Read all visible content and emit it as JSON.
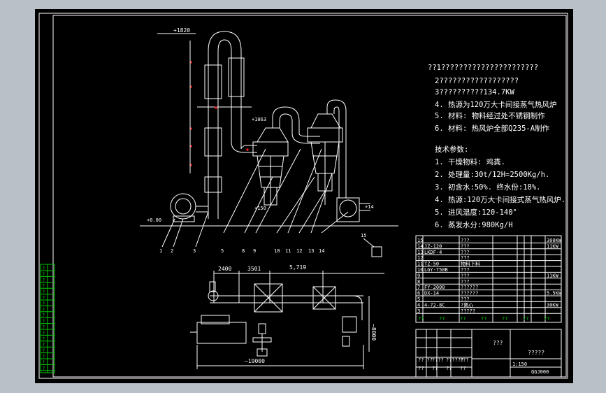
{
  "dimensions": {
    "top_elevation": "+1820",
    "mid_elevation": "+1063",
    "ground_left": "+0.00",
    "ground_right": "+14",
    "cyclone_level": "+150",
    "plan_2400": "2400",
    "plan_3501": "3501",
    "plan_5719": "5,719",
    "plan_8000": "~8000",
    "plan_19000": "~19000"
  },
  "callouts": [
    "1",
    "2",
    "3",
    "5",
    "8",
    "9",
    "10",
    "11",
    "12",
    "13",
    "14",
    "15"
  ],
  "notes": {
    "header1": "??1??????????????????????",
    "line2": "2??????????????????",
    "line3": "3??????????134.7KW",
    "line4": "4. 热源为120万大卡间接蒸气热风炉",
    "line5": "5. 材料: 物料经过处不锈钢制作",
    "line6": "6. 材料: 热风炉全部Q235-A制作"
  },
  "tech": {
    "title": "技术参数:",
    "p1": "1. 干燥物料: 鸡粪.",
    "p2": "2. 处理量:30t/12H=2500Kg/h.",
    "p3": "3. 初含水:50%. 终水份:18%.",
    "p4": "4. 热源:120万大卡间接式蒸气热风炉.",
    "p5": "5. 进风温度:120-140°",
    "p6": "6. 蒸发水分:980Kg/H"
  },
  "bom_rows": [
    {
      "no": "15",
      "code": "",
      "name": "???",
      "qty": "",
      "kw": "300KW"
    },
    {
      "no": "14",
      "code": "JZ-120",
      "name": "???",
      "qty": "",
      "kw": "11KW"
    },
    {
      "no": "13",
      "code": "LKDF-4",
      "name": "???",
      "qty": "",
      "kw": ""
    },
    {
      "no": "12",
      "code": "",
      "name": "???",
      "qty": "",
      "kw": ""
    },
    {
      "no": "11",
      "code": "TZ-50",
      "name": "物料下料",
      "qty": "",
      "kw": ""
    },
    {
      "no": "10",
      "code": "LGY-750B",
      "name": "???",
      "qty": "",
      "kw": ""
    },
    {
      "no": "9",
      "code": "",
      "name": "???",
      "qty": "",
      "kw": "11KW"
    },
    {
      "no": "8",
      "code": "",
      "name": "???",
      "qty": "",
      "kw": ""
    },
    {
      "no": "7",
      "code": "FY-2000",
      "name": "??????",
      "qty": "",
      "kw": ""
    },
    {
      "no": "6",
      "code": "DX-14",
      "name": "??????",
      "qty": "",
      "kw": "5.5KW"
    },
    {
      "no": "5",
      "code": "",
      "name": "???",
      "qty": "",
      "kw": ""
    },
    {
      "no": "4",
      "code": "4-72-8C",
      "name": "?离心",
      "qty": "",
      "kw": "30KW"
    },
    {
      "no": "3",
      "code": "",
      "name": "?????",
      "qty": "",
      "kw": ""
    }
  ],
  "bom_header": [
    "??",
    "??",
    "??",
    "??",
    "??",
    "??",
    "??"
  ],
  "title_block": {
    "center_title": "???",
    "right_title": "?????",
    "scale": "1:150",
    "drawing_no": "QGJ000",
    "cells": [
      "?? ??",
      "????",
      "??????",
      "???",
      "??",
      "??",
      "??",
      "??"
    ]
  },
  "left_strip": [
    "?",
    "?",
    "?",
    "?",
    "?",
    "?",
    "?",
    "?",
    "?",
    "?",
    "?",
    "?",
    "?",
    "?",
    "?",
    "?",
    "?",
    "?"
  ],
  "colors": {
    "background": "#000000",
    "lines": "#ffffff",
    "grid": "#00c800",
    "frame": "#b9c0c8"
  }
}
